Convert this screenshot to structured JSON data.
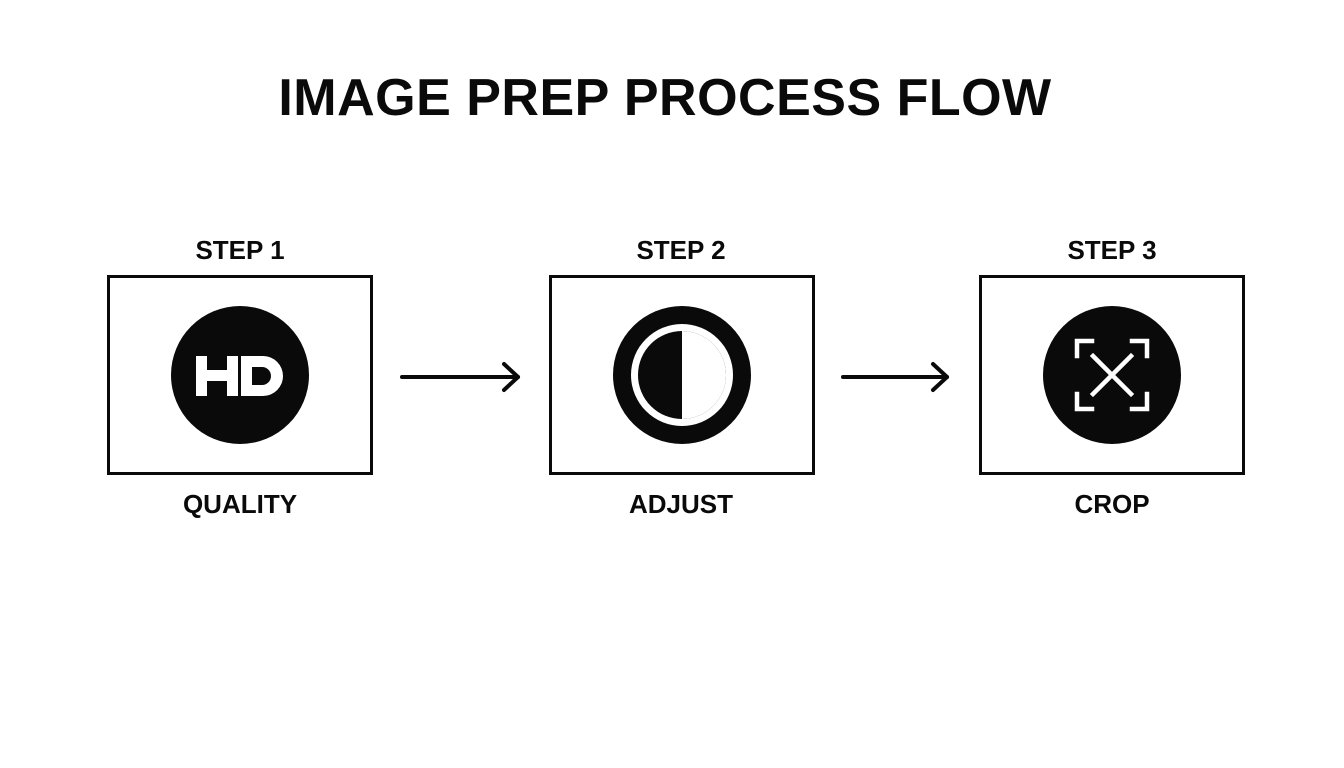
{
  "title": "IMAGE PREP PROCESS FLOW",
  "steps": [
    {
      "label": "STEP 1",
      "caption": "QUALITY",
      "icon": "hd-icon"
    },
    {
      "label": "STEP 2",
      "caption": "ADJUST",
      "icon": "contrast-icon"
    },
    {
      "label": "STEP 3",
      "caption": "CROP",
      "icon": "crop-icon"
    }
  ],
  "connectors": [
    "arrow-right",
    "arrow-right"
  ],
  "colors": {
    "foreground": "#0a0a0a",
    "background": "#ffffff"
  }
}
